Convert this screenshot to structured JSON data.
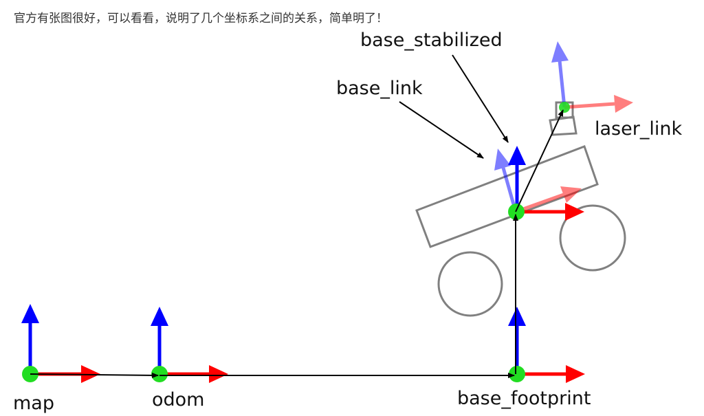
{
  "caption": "官方有张图很好，可以看看，说明了几个坐标系之间的关系，简单明了！",
  "frames": {
    "map": "map",
    "odom": "odom",
    "base_footprint": "base_footprint",
    "base_stabilized": "base_stabilized",
    "base_link": "base_link",
    "laser_link": "laser_link"
  },
  "colors": {
    "x_axis": "#ff0000",
    "z_axis": "#0000ff",
    "origin": "#22dd22",
    "robot_outline": "#808080",
    "link_arrow": "#000000"
  }
}
